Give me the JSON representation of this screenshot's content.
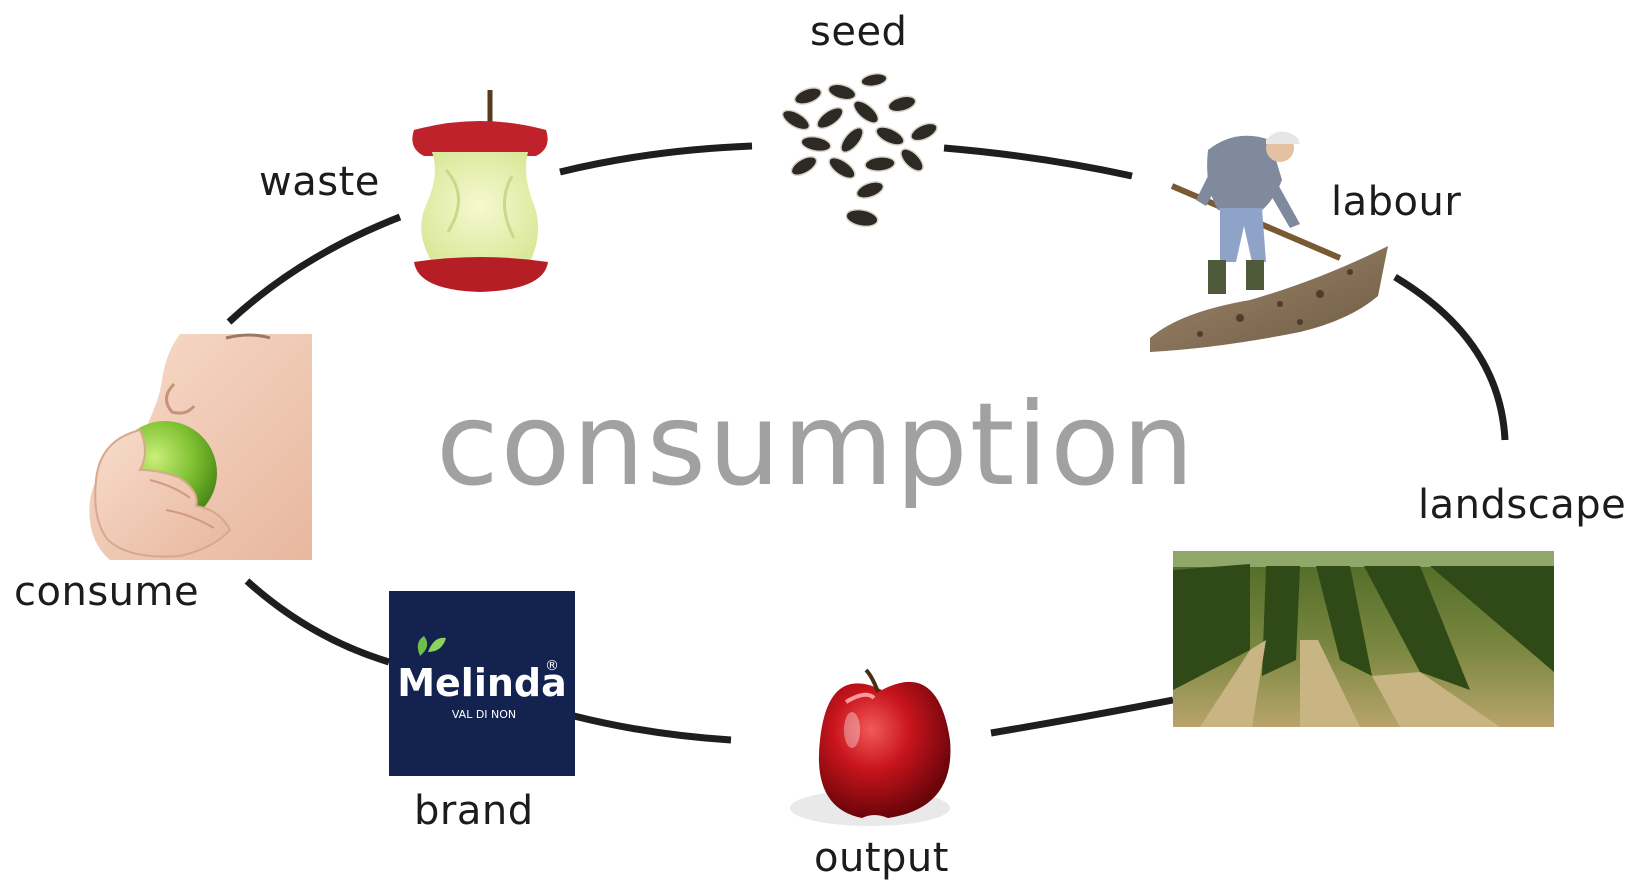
{
  "diagram": {
    "title": "consumption",
    "nodes": [
      {
        "id": "seed",
        "label": "seed"
      },
      {
        "id": "labour",
        "label": "labour"
      },
      {
        "id": "landscape",
        "label": "landscape"
      },
      {
        "id": "output",
        "label": "output"
      },
      {
        "id": "brand",
        "label": "brand"
      },
      {
        "id": "consume",
        "label": "consume"
      },
      {
        "id": "waste",
        "label": "waste"
      }
    ],
    "brand_logo": {
      "name": "Melinda",
      "mark": "®",
      "subtitle": "VAL DI NON"
    }
  },
  "colors": {
    "background": "#ffffff",
    "cycle_stroke": "#1e1e1e",
    "title_text": "#a1a1a1",
    "label_text": "#1c1c1c",
    "logo_background": "#14224f"
  },
  "icons": [
    "apple-core-icon",
    "sunflower-seeds-icon",
    "farmer-hoeing-icon",
    "vineyard-landscape-icon",
    "red-apple-icon",
    "melinda-logo",
    "person-eating-apple-icon"
  ]
}
